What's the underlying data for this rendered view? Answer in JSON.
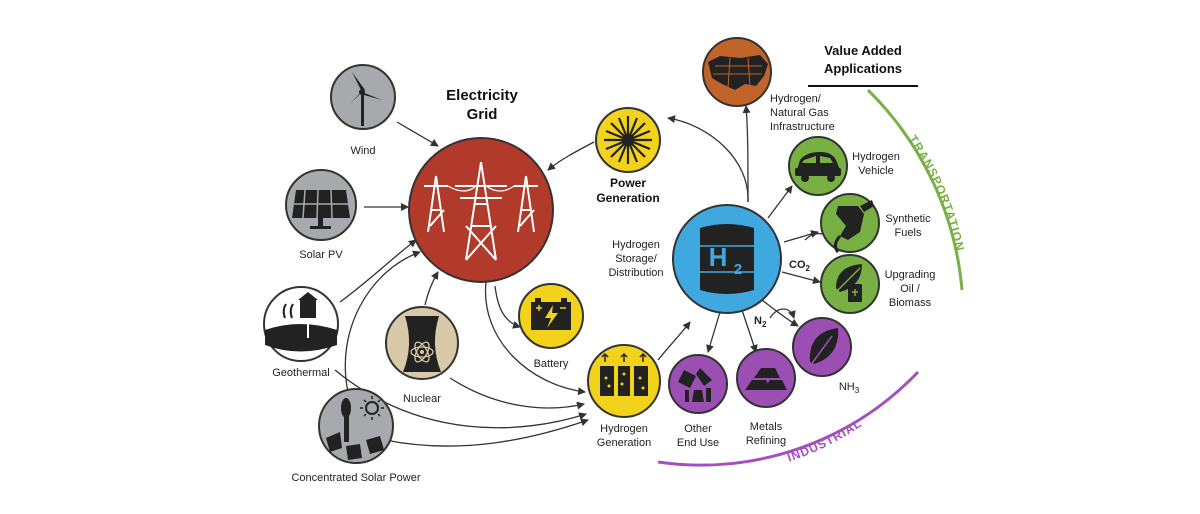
{
  "titles": {
    "grid": [
      "Electricity",
      "Grid"
    ],
    "value_added": [
      "Value Added",
      "Applications"
    ],
    "power_generation": [
      "Power",
      "Generation"
    ]
  },
  "nodes": {
    "wind": "Wind",
    "solar_pv": "Solar PV",
    "geothermal": "Geothermal",
    "nuclear": "Nuclear",
    "csp": "Concentrated Solar Power",
    "battery": "Battery",
    "h2_generation": [
      "Hydrogen",
      "Generation"
    ],
    "h2_storage": [
      "Hydrogen",
      "Storage/",
      "Distribution"
    ],
    "h2_symbol": "H",
    "h2_subscript": "2",
    "ng_infra": [
      "Hydrogen/",
      "Natural Gas",
      "Infrastructure"
    ],
    "vehicle": [
      "Hydrogen",
      "Vehicle"
    ],
    "synthetic_fuels": [
      "Synthetic",
      "Fuels"
    ],
    "upgrading": [
      "Upgrading",
      "Oil /",
      "Biomass"
    ],
    "nh3": "NH",
    "nh3_sub": "3",
    "metals": [
      "Metals",
      "Refining"
    ],
    "other_end_use": [
      "Other",
      "End Use"
    ],
    "co2": "CO",
    "co2_sub": "2",
    "n2": "N",
    "n2_sub": "2"
  },
  "arcs": {
    "transportation": "TRANSPORTATION",
    "industrial": "INDUSTRIAL"
  },
  "colors": {
    "grid": "#b23a2a",
    "power_gen": "#f2d21b",
    "h2": "#3fa9df",
    "source_gray": "#a7a9ac",
    "nuclear": "#d8c9a8",
    "green": "#78b043",
    "purple": "#9b4fb3",
    "arc_green": "#79b043",
    "arc_purple": "#a34fc0",
    "arrow": "#333333"
  },
  "icons": {
    "wind": "wind-turbine-icon",
    "solar_pv": "solar-panel-icon",
    "geothermal": "geothermal-plant-icon",
    "nuclear": "cooling-tower-icon",
    "csp": "solar-tower-icon",
    "grid": "transmission-tower-icon",
    "power_gen": "turbine-icon",
    "battery": "battery-icon",
    "h2_generation": "electrolyzer-icon",
    "ng_infra": "us-map-icon",
    "vehicle": "car-icon",
    "synthetic_fuels": "fuel-nozzle-icon",
    "upgrading": "leaf-barrel-icon",
    "nh3": "leaf-icon",
    "metals": "metal-ingots-icon",
    "other_end_use": "lab-flask-icon"
  }
}
